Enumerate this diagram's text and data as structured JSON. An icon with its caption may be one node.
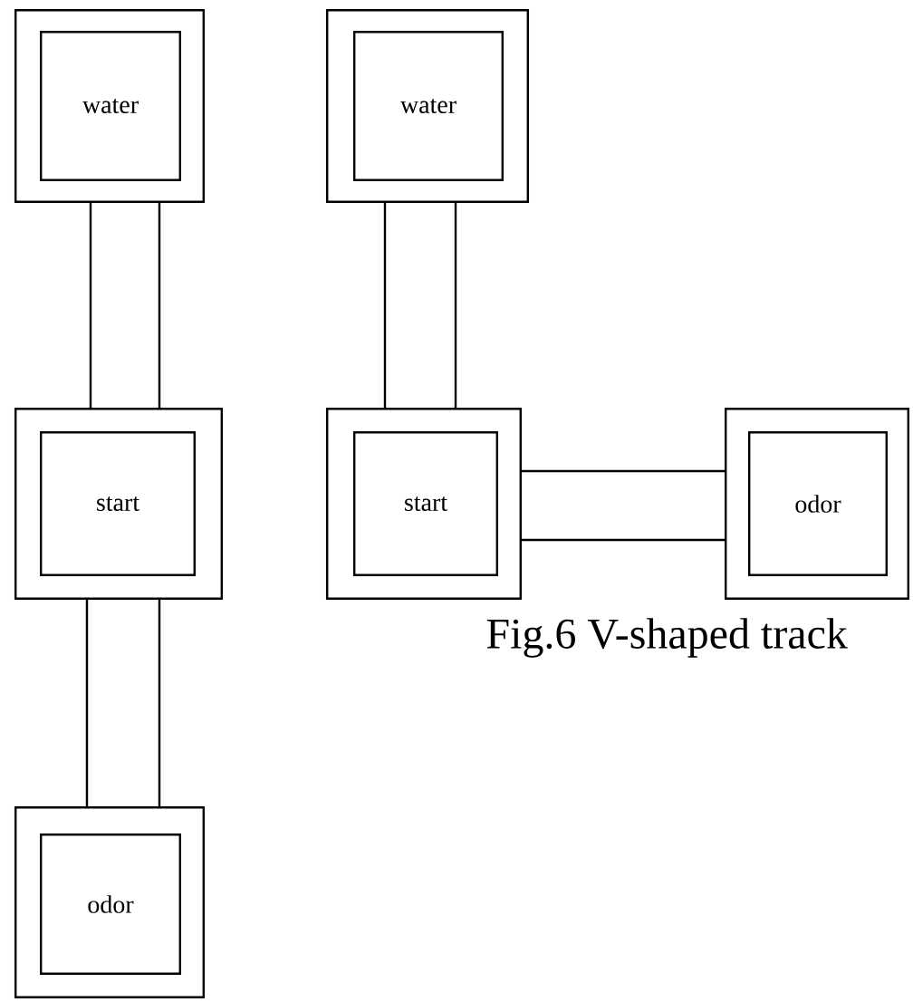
{
  "diagram": {
    "caption": "Fig.6 V-shaped track",
    "nodes": [
      {
        "text": [],
        "shape": "box"
      },
      {
        "text": [
          "water"
        ],
        "in": 0
      },
      {
        "text": [],
        "shape": "box"
      },
      {
        "text": [
          "start"
        ],
        "in": 2
      },
      {
        "text": [],
        "shape": "box"
      },
      {
        "text": [
          "odor"
        ],
        "in": 4
      },
      {
        "text": [],
        "shape": "box"
      },
      {
        "text": [
          "water"
        ],
        "in": 6
      },
      {
        "text": [],
        "shape": "box"
      },
      {
        "text": [
          "start"
        ],
        "in": 8
      },
      {
        "text": [],
        "shape": "box"
      },
      {
        "text": [
          "odor"
        ],
        "in": 10
      }
    ],
    "edges": [
      {
        "from": 0,
        "to": 2,
        "arrow": "none"
      },
      {
        "from": 2,
        "to": 4,
        "arrow": "none"
      },
      {
        "from": 6,
        "to": 8,
        "arrow": "none"
      },
      {
        "from": 8,
        "to": 10,
        "arrow": "none"
      }
    ]
  }
}
